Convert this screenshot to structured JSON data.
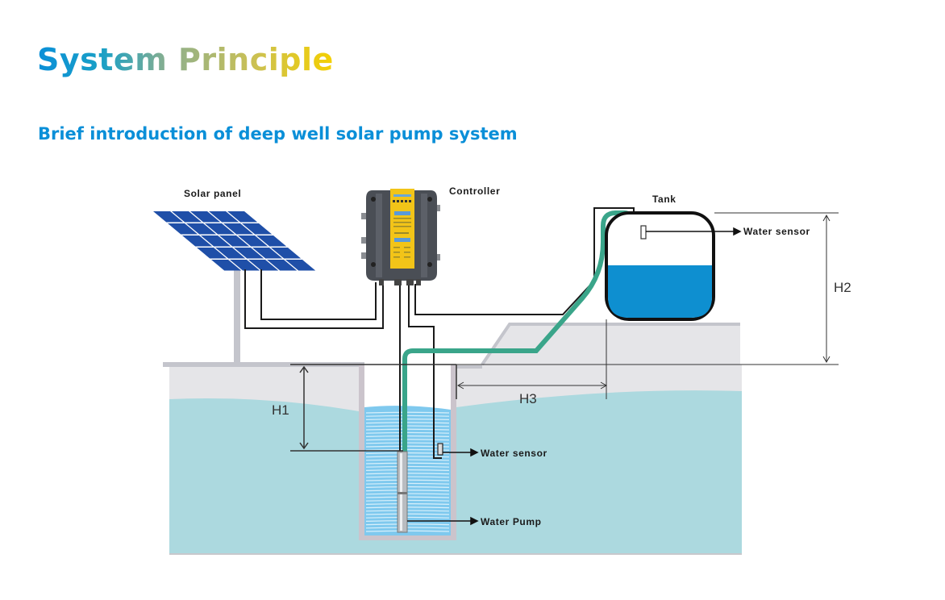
{
  "header": {
    "title": "System Principle",
    "subtitle": "Brief introduction of deep well solar pump system"
  },
  "diagram": {
    "labels": {
      "solar_panel": "Solar panel",
      "controller": "Controller",
      "tank": "Tank",
      "tank_water_sensor": "Water sensor",
      "well_water_sensor": "Water sensor",
      "water_pump": "Water Pump"
    },
    "dimensions": {
      "h1": "H1",
      "h2": "H2",
      "h3": "H3"
    },
    "colors": {
      "title_gradient_start": "#0a8fd8",
      "title_gradient_end": "#f5d000",
      "subtitle": "#0a8fd8",
      "solar_cell": "#1f4fa8",
      "ground_water": "#acd9df",
      "tank_water": "#0e8fd0",
      "pipe": "#3aa58a",
      "controller_body": "#4a4e55",
      "controller_panel": "#f2c418",
      "ground": "#e5e5e8"
    }
  }
}
